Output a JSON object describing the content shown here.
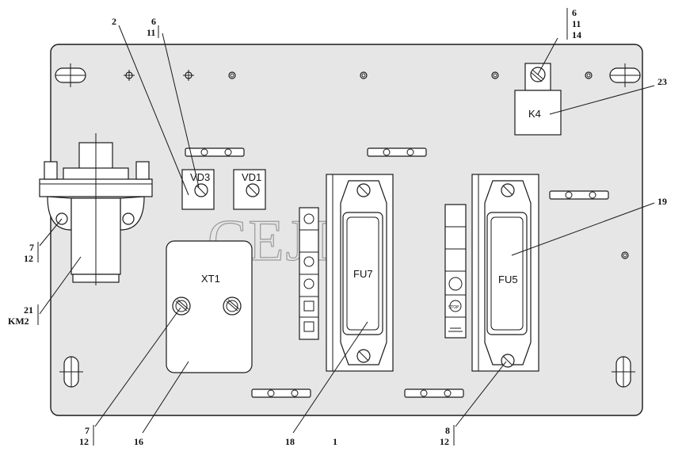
{
  "watermark": "CEJIM",
  "component_labels": {
    "xt1": "XT1",
    "fu7": "FU7",
    "fu5": "FU5",
    "k4": "K4",
    "vd3": "VD3",
    "vd1": "VD1"
  },
  "callouts": {
    "c2": "2",
    "c6_11_top": [
      "6",
      "11"
    ],
    "c6_11_14": [
      "6",
      "11",
      "14"
    ],
    "c23": "23",
    "c19": "19",
    "c7_12_left": [
      "7",
      "12"
    ],
    "c21_km2": [
      "21",
      "KM2"
    ],
    "c7_12_bottom": [
      "7",
      "12"
    ],
    "c16": "16",
    "c18": "18",
    "c1": "1",
    "c8_12": [
      "8",
      "12"
    ]
  }
}
